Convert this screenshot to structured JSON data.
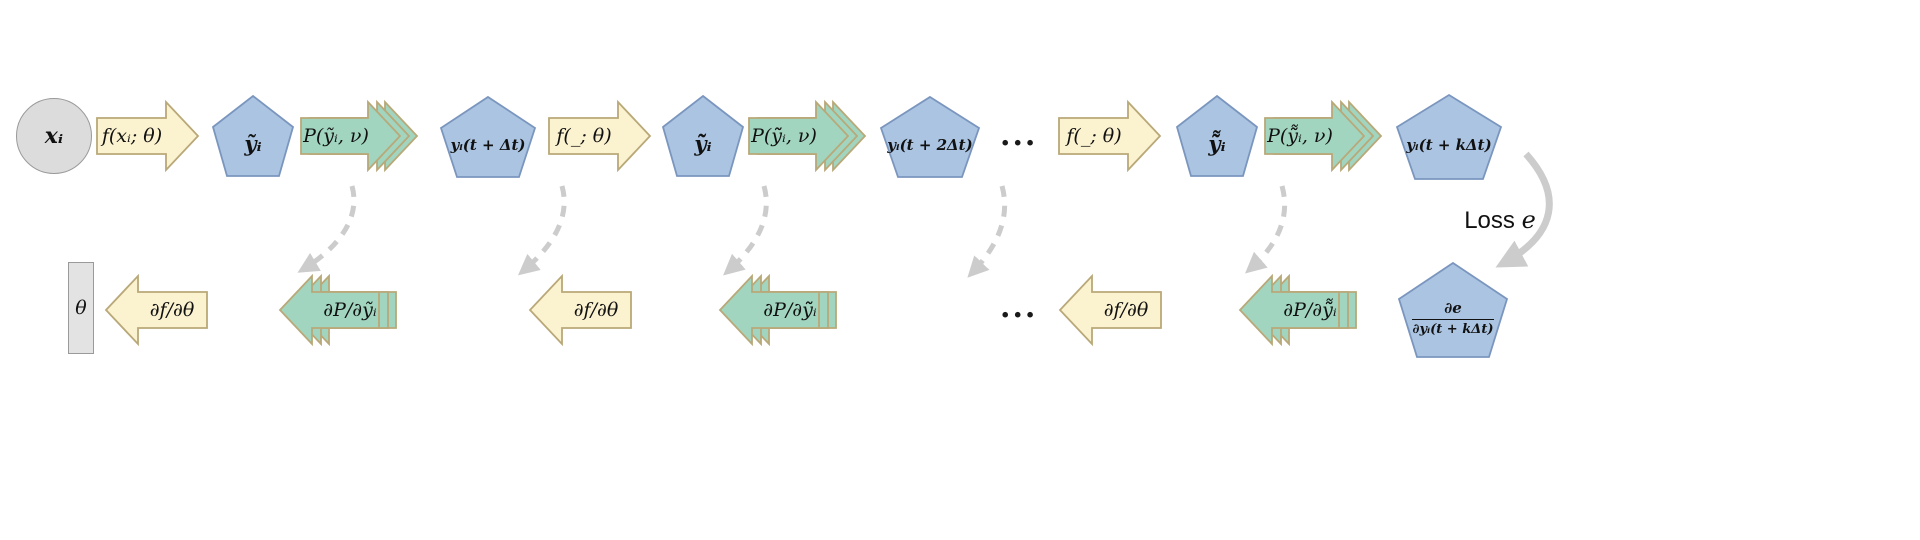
{
  "colors": {
    "pentagon_fill": "#aac4e2",
    "pentagon_border": "#7b96be",
    "arrow_yellow_fill": "#fbf2d0",
    "arrow_green_fill": "#a2d5c0",
    "arrow_border": "#b9a878",
    "node_gray": "#dcdcdc",
    "connector_gray": "#cccccc"
  },
  "top_row": {
    "input": "xᵢ",
    "f1": "f(xᵢ; θ)",
    "y1": "ỹᵢ",
    "p1": "P(ỹᵢ, ν)",
    "s1": "yᵢ(t + Δt)",
    "f2": "f(_; θ)",
    "y2": "ỹ̃ᵢ",
    "p2": "P(ỹ̃ᵢ, ν)",
    "s2": "yᵢ(t + 2Δt)",
    "ellipsis": "...",
    "f3": "f(_; θ)",
    "y3": "ỹ̃̃ᵢ",
    "p3": "P(ỹ̃̃ᵢ, ν)",
    "s3": "yᵢ(t + kΔt)",
    "loss_word": "Loss",
    "loss_var": "e"
  },
  "bottom_row": {
    "theta": "θ",
    "df1": "∂f/∂θ",
    "dp1": "∂P/∂ỹᵢ",
    "df2": "∂f/∂θ",
    "dp2": "∂P/∂ỹ̃ᵢ",
    "ellipsis": "...",
    "df3": "∂f/∂θ",
    "dp3": "∂P/∂ỹ̃̃ᵢ",
    "grad_num": "∂e",
    "grad_den": "∂yᵢ(t + kΔt)"
  }
}
